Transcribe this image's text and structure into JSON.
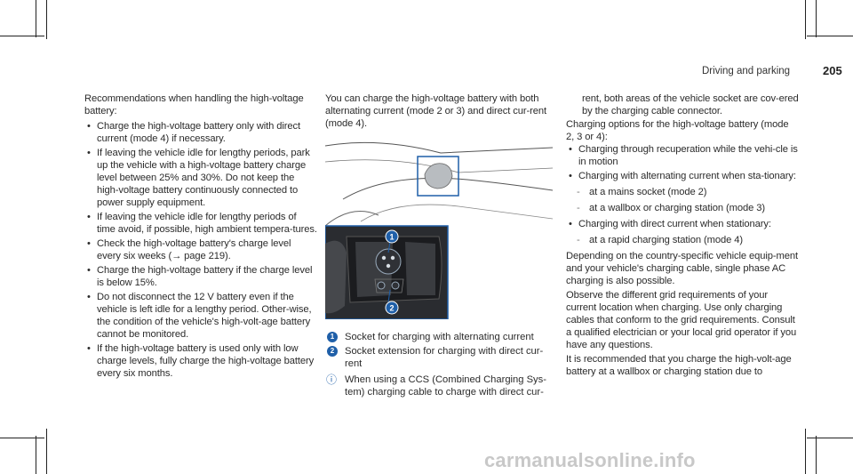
{
  "header": {
    "section": "Driving and parking",
    "page_number": "205"
  },
  "left_column": {
    "intro": "Recommendations when handling the high-voltage battery:",
    "bullets": [
      "Charge the high-voltage battery only with direct current (mode 4) if necessary.",
      "If leaving the vehicle idle for lengthy periods, park up the vehicle with a high-voltage battery charge level between 25% and 30%. Do not keep the high-voltage battery continuously connected to power supply equipment.",
      "If leaving the vehicle idle for lengthy periods of time avoid, if possible, high ambient tempera-tures.",
      "Check the high-voltage battery's charge level every six weeks (→ page 219).",
      "Charge the high-voltage battery if the charge level is below 15%.",
      "Do not disconnect the 12 V battery even if the vehicle is left idle for a lengthy period. Other-wise, the condition of the vehicle's high-volt-age battery cannot be monitored.",
      "If the high-voltage battery is used only with low charge levels, fully charge the high-voltage battery every six months."
    ]
  },
  "middle_column": {
    "intro": "You can charge the high-voltage battery with both alternating current (mode 2 or 3) and direct cur-rent (mode 4).",
    "figure": {
      "callout_1": "1",
      "callout_2": "2"
    },
    "legend": [
      {
        "num": "1",
        "text": "Socket for charging with alternating current"
      },
      {
        "num": "2",
        "text": "Socket extension for charging with direct cur-rent"
      }
    ],
    "info_icon": "info-icon",
    "info_text": "When using a CCS (Combined Charging Sys-tem) charging cable to charge with direct cur-"
  },
  "right_column": {
    "continued": "rent, both areas of the vehicle socket are cov-ered by the charging cable connector.",
    "options_title": "Charging options for the high-voltage battery (mode 2, 3 or 4):",
    "bullets_a": [
      "Charging through recuperation while the vehi-cle is in motion",
      "Charging with alternating current when sta-tionary:"
    ],
    "dashes_a": [
      "at a mains socket (mode 2)",
      "at a wallbox or charging station (mode 3)"
    ],
    "bullets_b": [
      "Charging with direct current when stationary:"
    ],
    "dashes_b": [
      "at a rapid charging station (mode 4)"
    ],
    "para1": "Depending on the country-specific vehicle equip-ment and your vehicle's charging cable, single phase AC charging is also possible.",
    "para2": "Observe the different grid requirements of your current location when charging. Use only charging cables that conform to the grid requirements. Consult a qualified electrician or your local grid operator if you have any questions.",
    "para3": "It is recommended that you charge the high-volt-age battery at a wallbox or charging station due to"
  },
  "watermark": "carmanualsonline.info",
  "colors": {
    "accent": "#1f5fa8",
    "text": "#2b2b2b"
  }
}
